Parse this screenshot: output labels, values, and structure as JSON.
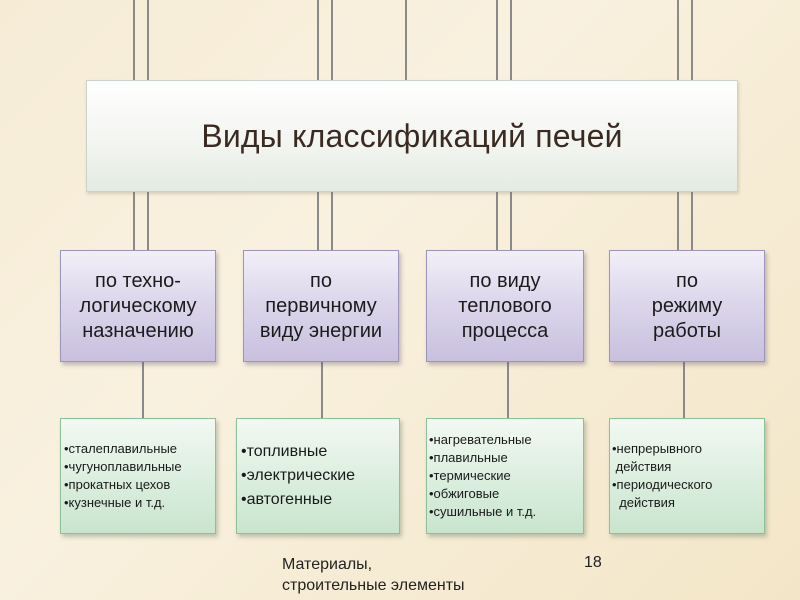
{
  "title": "Виды классификаций печей",
  "categories": [
    {
      "label": "по техно-\nлогическому\nназначению"
    },
    {
      "label": "по\nпервичному\nвиду энергии"
    },
    {
      "label": "по виду\nтеплового\nпроцесса"
    },
    {
      "label": "по\nрежиму\nработы"
    }
  ],
  "leaves": [
    {
      "items": [
        "•сталеплавильные",
        "•чугуноплавильные",
        "•прокатных цехов",
        "•кузнечные и т.д."
      ]
    },
    {
      "items": [
        "•топливные",
        "•электрические",
        "•автогенные"
      ]
    },
    {
      "items": [
        "•нагревательные",
        "•плавильные",
        "•термические",
        "•обжиговые",
        "•сушильные и т.д."
      ]
    },
    {
      "items": [
        "•непрерывного",
        " действия",
        "•периодического",
        "  действия"
      ]
    }
  ],
  "footer": {
    "text": "Материалы,\nстроительные элементы",
    "page_number": "18"
  },
  "colors": {
    "background": "#f6ecd6",
    "category_fill": "#ddd7ec",
    "leaf_fill": "#ddefe0",
    "connector": "#8a8a8a"
  }
}
